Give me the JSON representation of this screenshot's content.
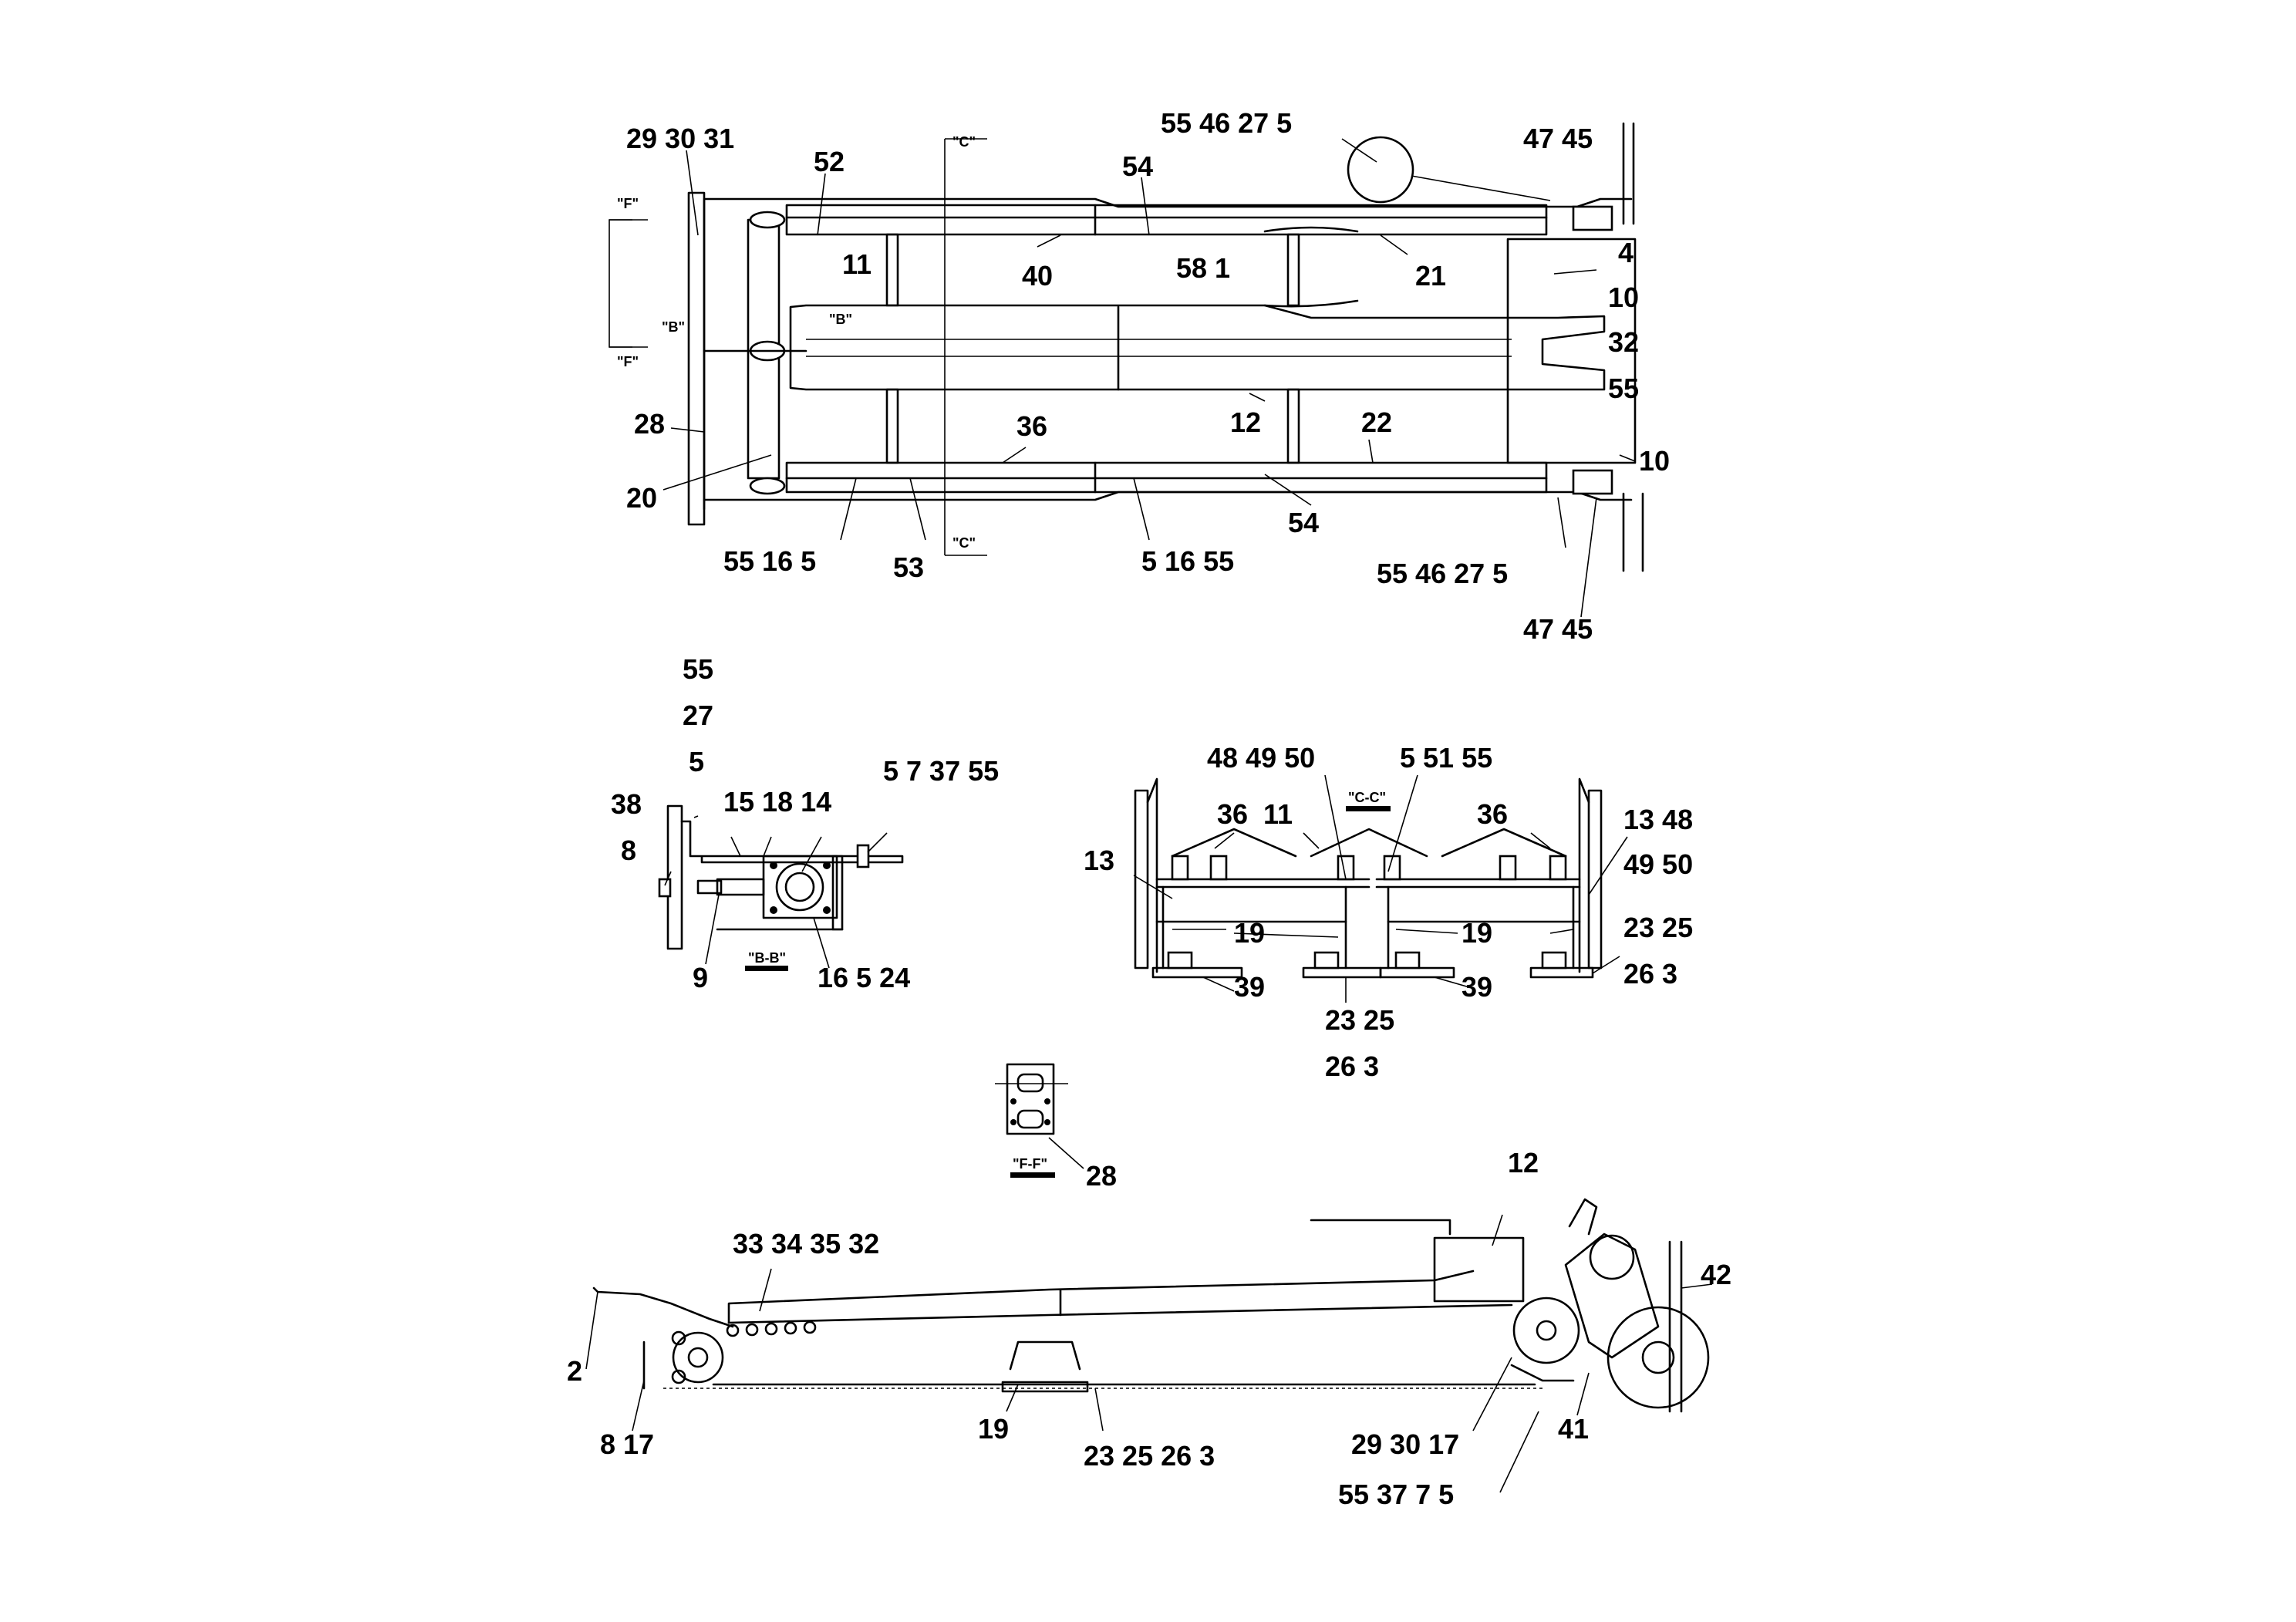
{
  "top_view": {
    "labels": {
      "l_29_30_31": "29 30 31",
      "l_52": "52",
      "l_54a": "54",
      "l_55_46_27_5a": "55 46 27  5",
      "l_47_45a": "47 45",
      "l_40": "40",
      "l_58_1": "58  1",
      "l_21": "21",
      "l_4": "4",
      "l_10a": "10",
      "l_32": "32",
      "l_55a": "55",
      "l_11": "11",
      "l_28": "28",
      "l_36": "36",
      "l_12": "12",
      "l_22": "22",
      "l_10b": "10",
      "l_20": "20",
      "l_54b": "54",
      "l_55_16_5": "55 16  5",
      "l_53": "53",
      "l_5_16_55": "5  16 55",
      "l_55_46_27_5b": "55 46 27  5",
      "l_47_45b": "47 45"
    },
    "section_marks": {
      "c_top": "\"C\"",
      "c_bottom": "\"C\"",
      "f_top": "\"F\"",
      "f_bottom": "\"F\"",
      "b_left": "\"B\"",
      "b_right": "\"B\""
    }
  },
  "section_bb": {
    "title": "\"B-B\"",
    "labels": {
      "l_55": "55",
      "l_27": "27",
      "l_5a": "5",
      "l_38": "38",
      "l_15_18_14": "15 18 14",
      "l_5_7_37_55": "5   7  37 55",
      "l_8": "8",
      "l_9": "9",
      "l_16_5_24": "16  5  24"
    }
  },
  "section_cc": {
    "title": "\"C-C\"",
    "labels": {
      "l_48_49_50": "48 49 50",
      "l_5_51_55": "5  51 55",
      "l_36a": "36",
      "l_11": "11",
      "l_36b": "36",
      "l_13_48": "13 48",
      "l_49_50": "49 50",
      "l_13": "13",
      "l_19a": "19",
      "l_19b": "19",
      "l_23_25a": "23 25",
      "l_26_3a": "26  3",
      "l_39a": "39",
      "l_39b": "39",
      "l_23_25b": "23 25",
      "l_26_3b": "26  3"
    }
  },
  "section_ff": {
    "title": "\"F-F\"",
    "labels": {
      "l_28": "28"
    }
  },
  "side_view": {
    "labels": {
      "l_12": "12",
      "l_33_34_35_32": "33 34 35 32",
      "l_42": "42",
      "l_2": "2",
      "l_8_17": "8  17",
      "l_19": "19",
      "l_23_25_26_3": "23 25 26  3",
      "l_29_30_17": "29 30 17",
      "l_41": "41",
      "l_55_37_7_5": "55 37  7   5"
    }
  }
}
